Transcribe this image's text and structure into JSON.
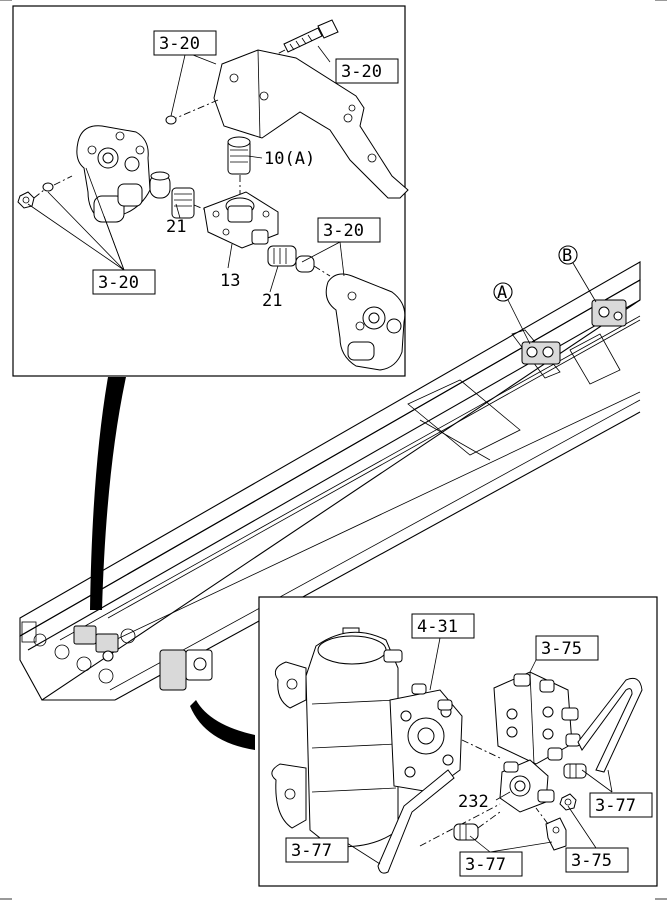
{
  "callouts": {
    "top_left_3_20": "3-20",
    "bolt_3_20": "3-20",
    "valve_3_20": "3-20",
    "bracket_3_20_bottom": "3-20",
    "part_10a": "10(A)",
    "part_21_left": "21",
    "part_21_right": "21",
    "part_13": "13",
    "gear_4_31": "4-31",
    "block_3_75": "3-75",
    "pipe_3_77_right": "3-77",
    "part_232": "232",
    "pipe_3_77_left": "3-77",
    "fitting_3_77_bottom": "3-77",
    "fitting_3_75_bottom": "3-75"
  },
  "markers": {
    "a": "A",
    "b": "B"
  }
}
